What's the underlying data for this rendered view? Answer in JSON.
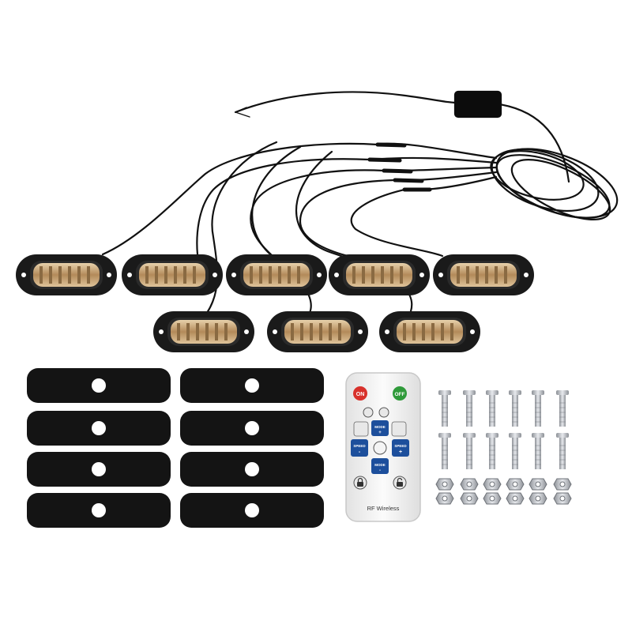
{
  "remote": {
    "on_label": "ON",
    "off_label": "OFF",
    "mode_label": "MODE",
    "speed_label": "SPEED",
    "plus": "+",
    "minus": "-",
    "brand_label": "RF Wireless"
  },
  "colors": {
    "background": "#ffffff",
    "light_housing": "#1a1a1a",
    "led_amber": "#c8a878",
    "on_button": "#d8312b",
    "off_button": "#2f9a3a",
    "remote_body": "#f2f2f2",
    "remote_keys": "#1d4f9c",
    "bracket_pad": "#141414",
    "hardware_steel": "#b8bcc2"
  },
  "kit": {
    "light_count": 8,
    "pad_count": 8,
    "bolt_count": 12,
    "nut_count": 12
  }
}
